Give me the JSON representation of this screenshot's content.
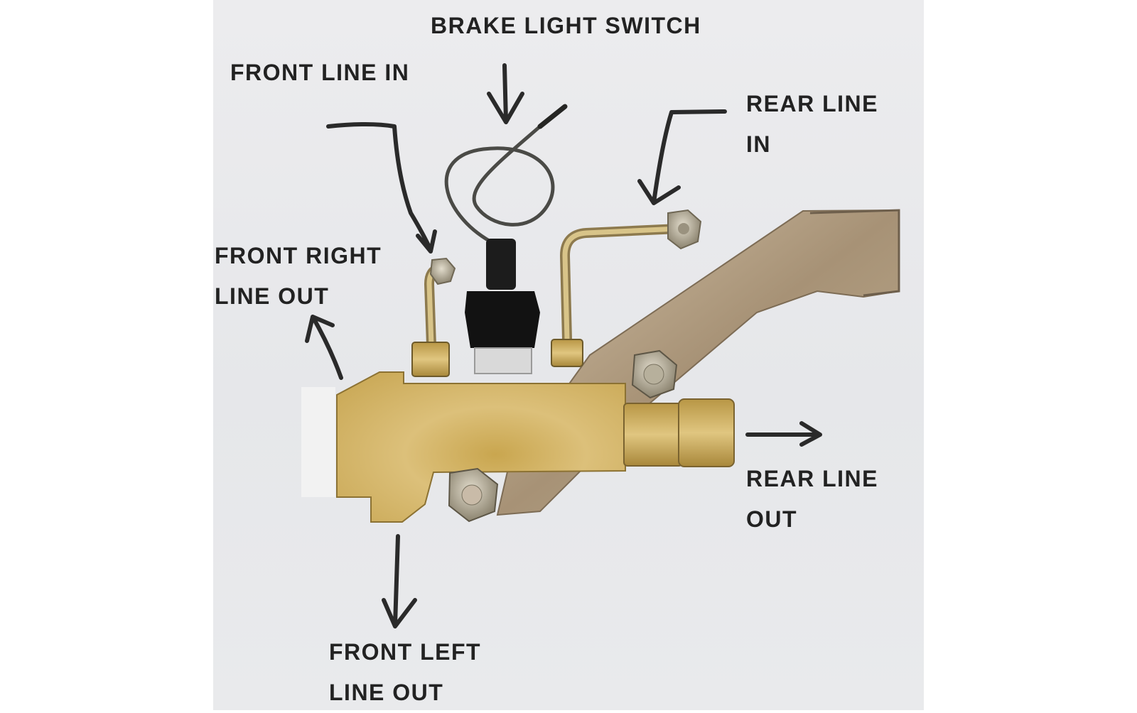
{
  "labels": {
    "brake_light_switch": "BRAKE LIGHT SWITCH",
    "front_line_in": "FRONT LINE IN",
    "rear_line_in": [
      "REAR LINE",
      "IN"
    ],
    "front_right_line_out": [
      "FRONT RIGHT",
      "LINE OUT"
    ],
    "rear_line_out": [
      "REAR LINE",
      "OUT"
    ],
    "front_left_line_out": [
      "FRONT LEFT",
      "LINE OUT"
    ]
  },
  "colors": {
    "label_text": "#222222",
    "arrow": "#2a2a2a",
    "brass": "#d4b76a",
    "bracket": "#b7a488",
    "tube": "#c9b37c",
    "background": "#e8e9eb"
  }
}
